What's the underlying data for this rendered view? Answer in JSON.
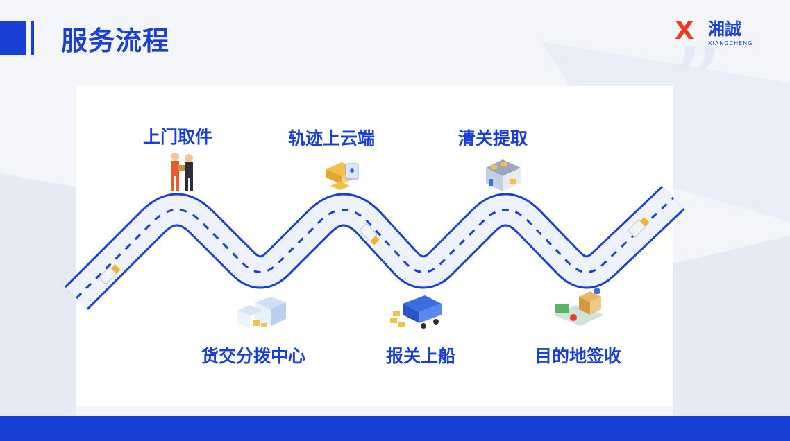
{
  "header": {
    "title": "服务流程"
  },
  "logo": {
    "mark": "X",
    "name_cn": "湘誠",
    "name_en": "XIANGCHENG"
  },
  "steps": [
    {
      "label": "上门取件",
      "icon": "courier-handover-icon"
    },
    {
      "label": "货交分拨中心",
      "icon": "distribution-center-icon"
    },
    {
      "label": "轨迹上云端",
      "icon": "cloud-tracking-icon"
    },
    {
      "label": "报关上船",
      "icon": "customs-shipping-icon"
    },
    {
      "label": "清关提取",
      "icon": "customs-clearance-icon"
    },
    {
      "label": "目的地签收",
      "icon": "destination-signoff-icon"
    }
  ],
  "colors": {
    "primary": "#1a3fd4",
    "accent": "#ee3a23",
    "road": "#1a3fd4"
  }
}
